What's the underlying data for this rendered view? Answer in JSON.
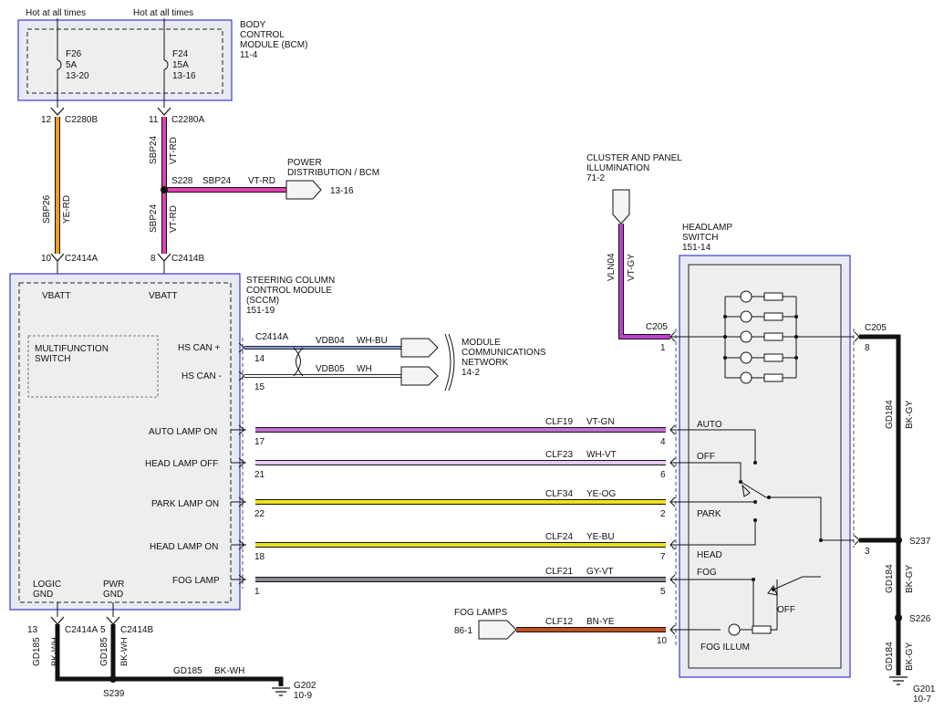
{
  "bcm": {
    "top_left": "Hot at all times",
    "top_right": "Hot at all times",
    "title_1": "BODY",
    "title_2": "CONTROL",
    "title_3": "MODULE (BCM)",
    "ref": "11-4",
    "f26": "F26",
    "f26_amp": "5A",
    "f26_ref": "13-20",
    "f24": "F24",
    "f24_amp": "15A",
    "f24_ref": "13-16"
  },
  "conn": {
    "p12": "12",
    "c2280b": "C2280B",
    "p11": "11",
    "c2280a": "C2280A",
    "p10": "10",
    "c2414a_l": "C2414A",
    "p8": "8",
    "c2414b_t": "C2414B",
    "p13": "13",
    "c2414a_b": "C2414A",
    "p5": "5",
    "c2414b_b": "C2414B"
  },
  "wires": {
    "sbp26": "SBP26",
    "ye_rd": "YE-RD",
    "sbp24_a": "SBP24",
    "vt_rd_a": "VT-RD",
    "s228": "S228",
    "sbp24_h": "SBP24",
    "vt_rd_h": "VT-RD",
    "sbp24_b": "SBP24",
    "vt_rd_b": "VT-RD",
    "gd185_a": "GD185",
    "bk_wh_a": "BK-WH",
    "gd185_b": "GD185",
    "bk_wh_b": "BK-WH",
    "gd185_h": "GD185",
    "bk_wh_h": "BK-WH",
    "s239": "S239",
    "g202": "G202",
    "g202_ref": "10-9"
  },
  "pdb": {
    "title_1": "POWER",
    "title_2": "DISTRIBUTION / BCM",
    "ref": "13-16"
  },
  "sccm": {
    "title_1": "STEERING COLUMN",
    "title_2": "CONTROL MODULE",
    "title_3": "(SCCM)",
    "ref": "151-19",
    "vbatt_1": "VBATT",
    "vbatt_2": "VBATT",
    "mfs_1": "MULTIFUNCTION",
    "mfs_2": "SWITCH",
    "hs_can_p": "HS CAN +",
    "hs_can_m": "HS CAN -",
    "auto_lamp": "AUTO LAMP ON",
    "head_off": "HEAD LAMP OFF",
    "park_on": "PARK LAMP ON",
    "head_on": "HEAD LAMP ON",
    "fog": "FOG LAMP",
    "logic_1": "LOGIC",
    "logic_2": "GND",
    "pwr_1": "PWR",
    "pwr_2": "GND"
  },
  "can": {
    "c2414a": "C2414A",
    "p14": "14",
    "p15": "15",
    "vdb04": "VDB04",
    "wh_bu": "WH-BU",
    "vdb05": "VDB05",
    "wh": "WH",
    "mcn_1": "MODULE",
    "mcn_2": "COMMUNICATIONS",
    "mcn_3": "NETWORK",
    "mcn_ref": "14-2"
  },
  "circuits": {
    "clf19": "CLF19",
    "vt_gn": "VT-GN",
    "p17": "17",
    "p4": "4",
    "clf23": "CLF23",
    "wh_vt": "WH-VT",
    "p21": "21",
    "p6": "6",
    "clf34": "CLF34",
    "ye_og": "YE-OG",
    "p22": "22",
    "p2": "2",
    "clf24": "CLF24",
    "ye_bu": "YE-BU",
    "p18": "18",
    "p7": "7",
    "clf21": "CLF21",
    "gy_vt": "GY-VT",
    "p1": "1",
    "p5": "5",
    "clf12": "CLF12",
    "bn_ye": "BN-YE",
    "p10": "10"
  },
  "fog_lamps": {
    "title": "FOG LAMPS",
    "ref": "86-1"
  },
  "cluster": {
    "title_1": "CLUSTER AND PANEL",
    "title_2": "ILLUMINATION",
    "ref": "71-2",
    "vln04": "VLN04",
    "vt_gy": "VT-GY",
    "c205": "C205",
    "p1": "1"
  },
  "hls": {
    "title_1": "HEADLAMP",
    "title_2": "SWITCH",
    "ref": "151-14",
    "auto": "AUTO",
    "off": "OFF",
    "park": "PARK",
    "head": "HEAD",
    "fog": "FOG",
    "off2": "OFF",
    "fog_illum": "FOG ILLUM"
  },
  "right": {
    "c205": "C205",
    "p8": "8",
    "gd184_a": "GD184",
    "bk_gy_a": "BK-GY",
    "p3": "3",
    "s237": "S237",
    "gd184_b": "GD184",
    "bk_gy_b": "BK-GY",
    "s226": "S226",
    "gd184_c": "GD184",
    "bk_gy_c": "BK-GY",
    "g201": "G201",
    "g201_ref": "10-7"
  },
  "colors": {
    "ye_rd": "#e8a020",
    "vt_rd": "#e040b0",
    "vt_gy": "#c040d0",
    "vt_gn": "#c070d0",
    "wh_vt": "#e8c8f0",
    "ye_og": "#f0e020",
    "ye_bu": "#e8e020",
    "gy_vt": "#8a8a96",
    "bn_ye": "#c05020",
    "wh_bu": "#8aa0e0",
    "black": "#111111"
  }
}
